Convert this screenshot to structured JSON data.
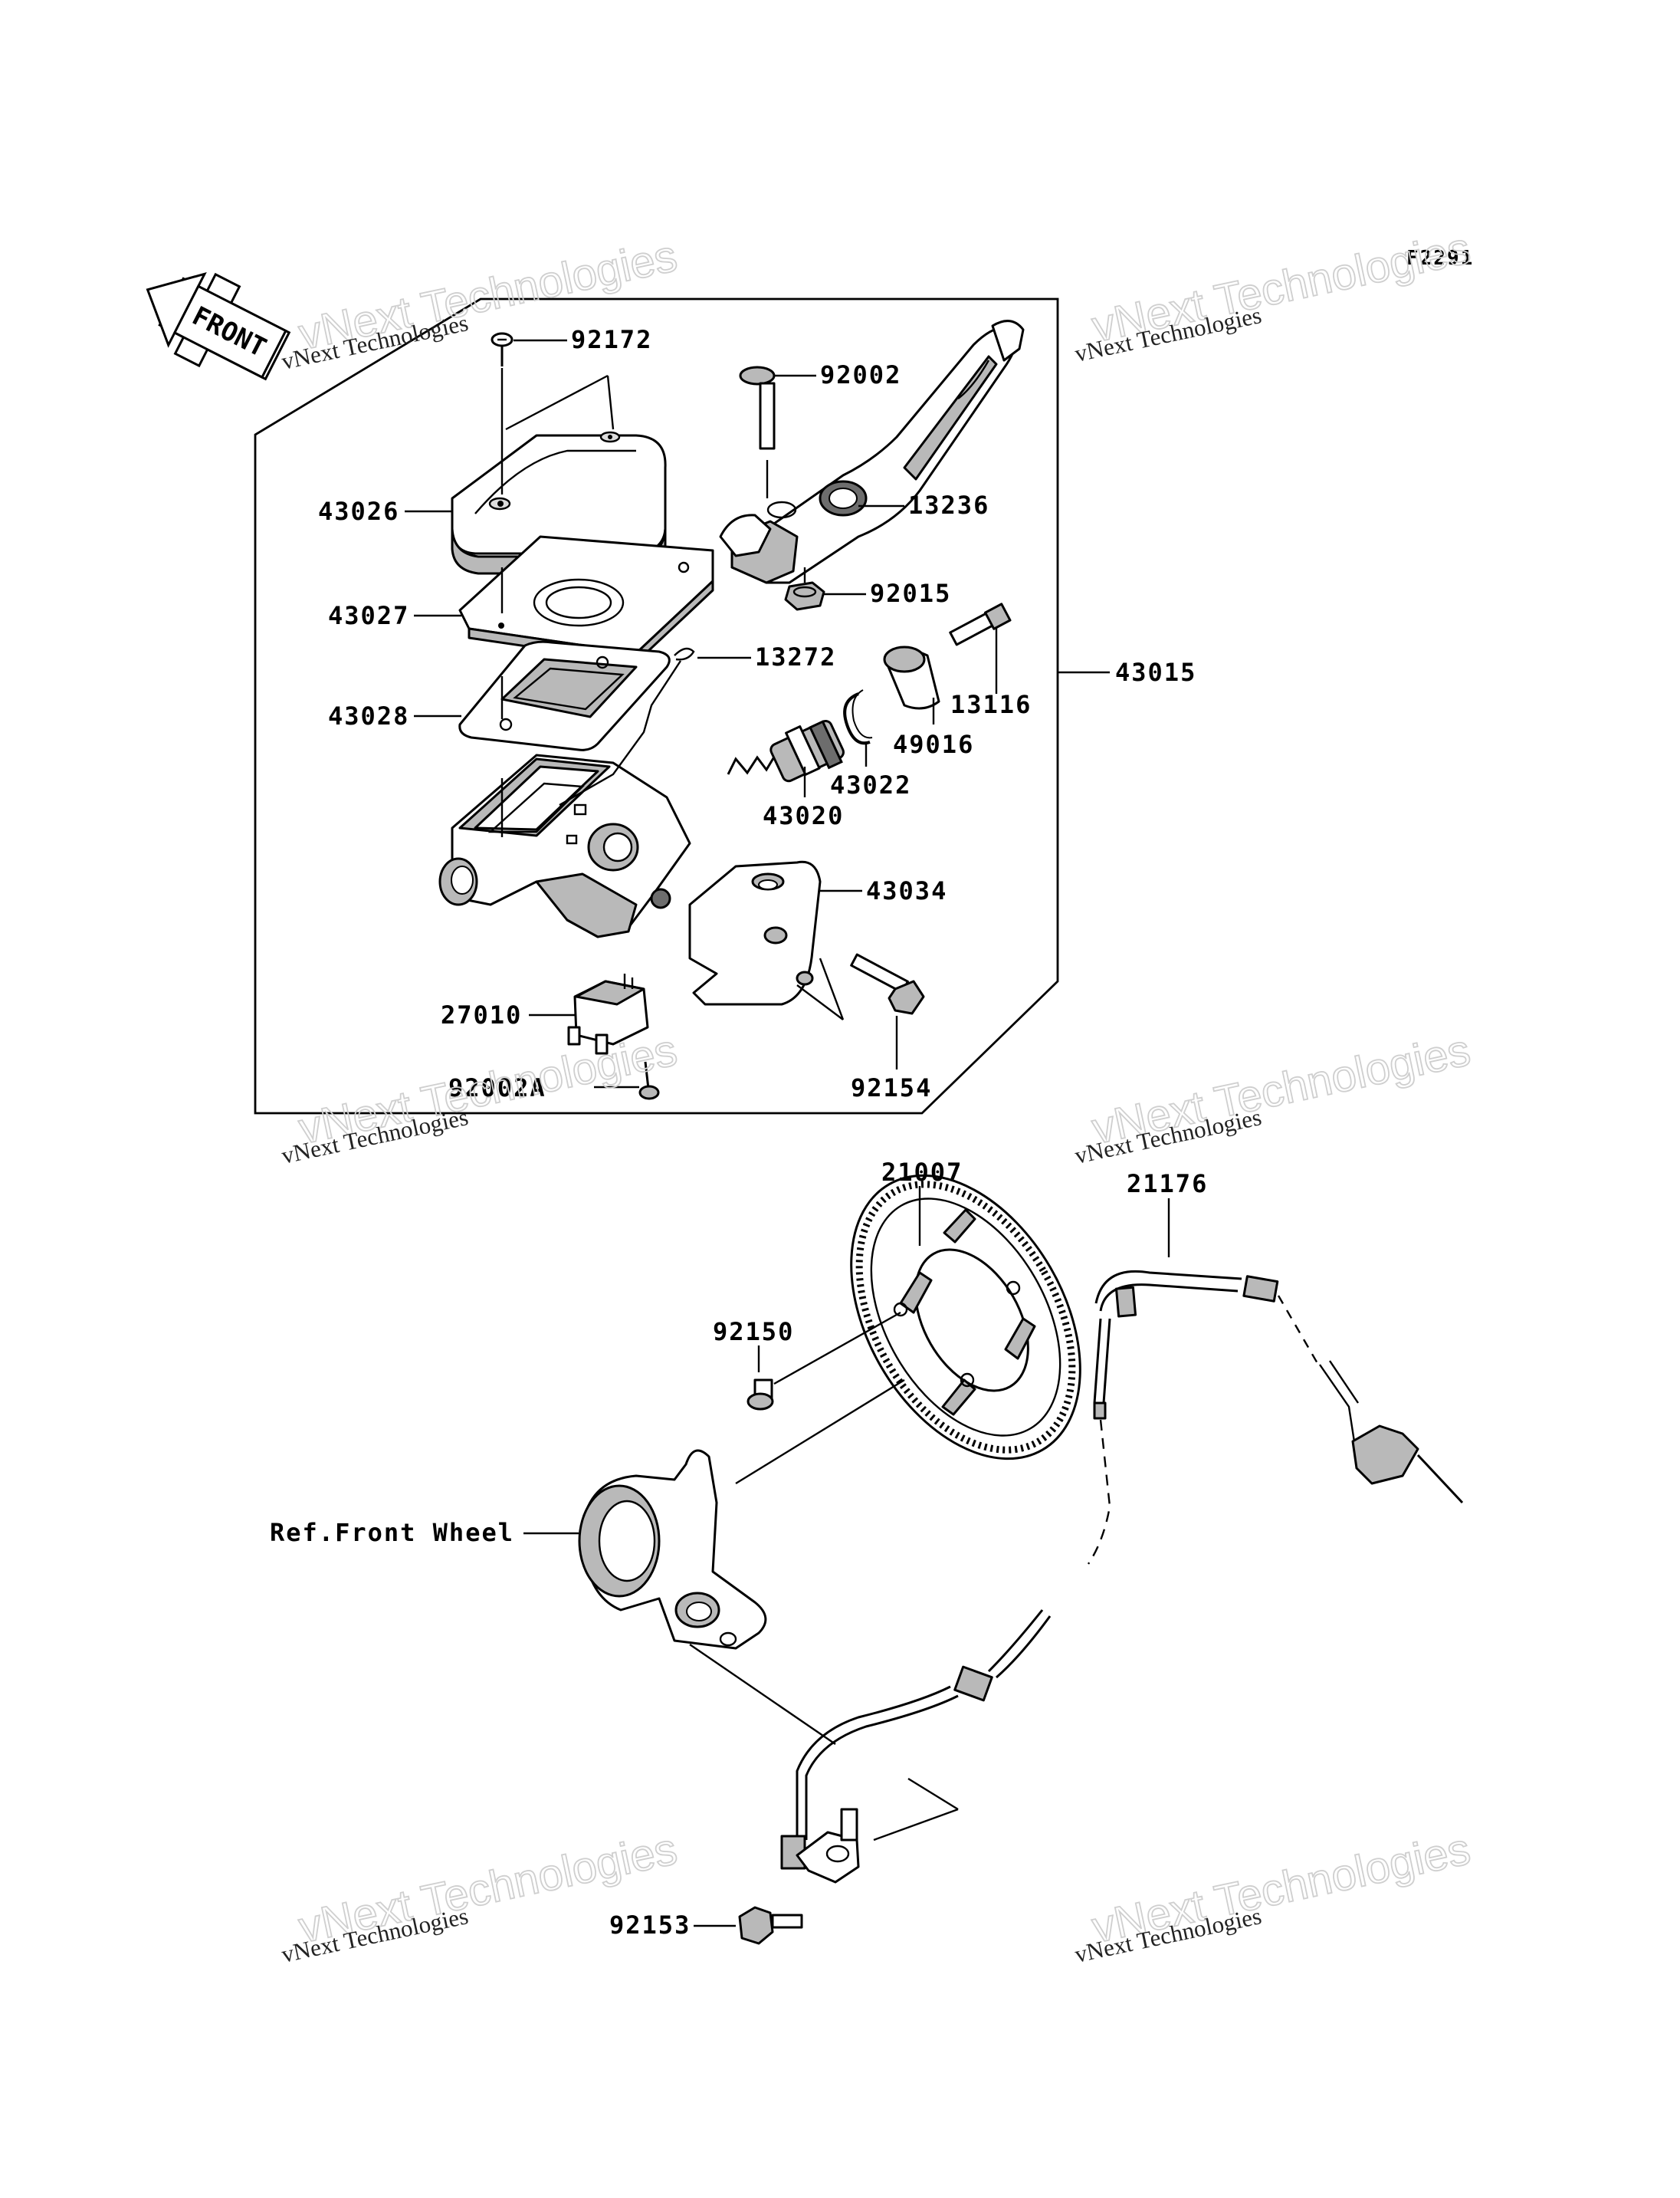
{
  "diagram_code": "F2291",
  "front_arrow_text": "FRONT",
  "watermark": {
    "line1": "vNext Technologies",
    "line2": "vNext Technologies"
  },
  "labels": {
    "p92172": "92172",
    "p43026": "43026",
    "p43027": "43027",
    "p43028": "43028",
    "p92002": "92002",
    "p13236": "13236",
    "p92015": "92015",
    "p13272": "13272",
    "p13116": "13116",
    "p43015": "43015",
    "p49016": "49016",
    "p43022": "43022",
    "p43020": "43020",
    "p43034": "43034",
    "p27010": "27010",
    "p92002A": "92002A",
    "p92154": "92154",
    "p21007": "21007",
    "p21176": "21176",
    "p92150": "92150",
    "ref_front_wheel": "Ref.Front Wheel",
    "p92153": "92153"
  }
}
